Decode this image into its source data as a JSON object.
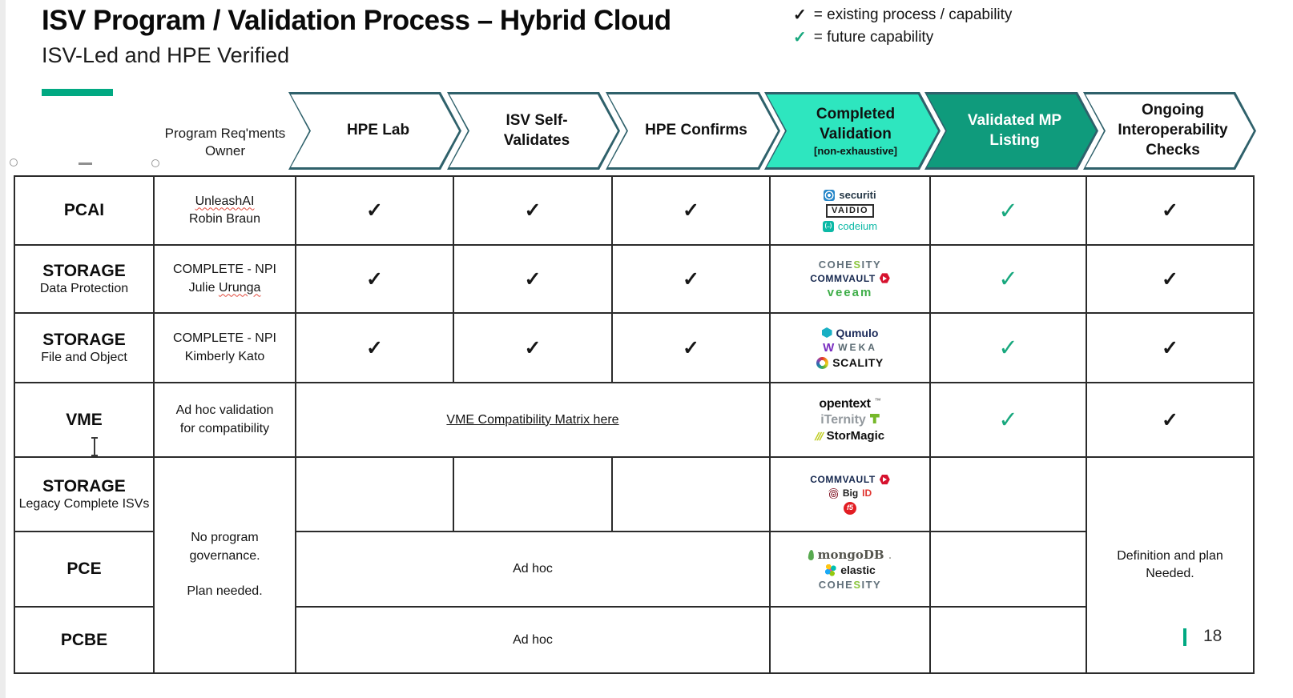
{
  "title": "ISV Program / Validation Process – Hybrid Cloud",
  "subtitle": "ISV-Led and HPE Verified",
  "legend": {
    "check_existing": "✓",
    "existing_label": "= existing process / capability",
    "check_future": "✓",
    "future_label": "= future capability"
  },
  "process": {
    "owner_header_line1": "Program Req'ments",
    "owner_header_line2": "Owner",
    "stages": [
      {
        "label": "HPE Lab"
      },
      {
        "label": "ISV Self-Validates"
      },
      {
        "label": "HPE Confirms"
      },
      {
        "label": "Completed Validation",
        "note": "[non-exhaustive]"
      },
      {
        "label": "Validated MP Listing"
      },
      {
        "label": "Ongoing Interoperability Checks"
      }
    ]
  },
  "rows": [
    {
      "category": "PCAI",
      "owner_line1": "UnleashAI",
      "owner_line2": "Robin Braun",
      "hpe_lab": "✓",
      "isv_self": "✓",
      "hpe_confirms": "✓",
      "mp_listing": "✓",
      "interop": "✓"
    },
    {
      "category": "STORAGE",
      "subcategory": "Data Protection",
      "owner_line1": "COMPLETE - NPI",
      "owner_line2a": "Julie",
      "owner_line2b": "Urunga",
      "hpe_lab": "✓",
      "isv_self": "✓",
      "hpe_confirms": "✓",
      "mp_listing": "✓",
      "interop": "✓"
    },
    {
      "category": "STORAGE",
      "subcategory": "File and Object",
      "owner_line1": "COMPLETE - NPI",
      "owner_line2": "Kimberly Kato",
      "hpe_lab": "✓",
      "isv_self": "✓",
      "hpe_confirms": "✓",
      "mp_listing": "✓",
      "interop": "✓"
    },
    {
      "category": "VME",
      "owner_line1": "Ad hoc validation",
      "owner_line2": "for compatibility",
      "link": "VME Compatibility Matrix here",
      "mp_listing": "✓",
      "interop": "✓"
    },
    {
      "category": "STORAGE",
      "subcategory": "Legacy Complete ISVs"
    },
    {
      "category": "PCE",
      "adhoc": "Ad hoc"
    },
    {
      "category": "PCBE",
      "adhoc": "Ad hoc"
    }
  ],
  "merged": {
    "owner_para1": "No program governance.",
    "owner_para2": "Plan needed.",
    "interop_line1": "Definition and plan",
    "interop_line2": "Needed."
  },
  "logos": {
    "securiti": {
      "text": "securiti"
    },
    "vaidio": {
      "text": "VAIDIO"
    },
    "codeium": {
      "icon": "(..)",
      "text": "codeium"
    },
    "cohesity": {
      "p1": "COHE",
      "p2": "S",
      "p3": "ITY"
    },
    "commvault": {
      "text": "COMMVAULT"
    },
    "veeam": {
      "text": "veeam"
    },
    "qumulo": {
      "text": "Qumulo"
    },
    "weka": {
      "w": "W",
      "text": "WEKA"
    },
    "scality": {
      "text": "SCALITY"
    },
    "opentext": {
      "text": "opentext",
      "tm": "™"
    },
    "iternity": {
      "text": "iTernity"
    },
    "stormagic": {
      "slashes": "///",
      "text": "StorMagic"
    },
    "bigid": {
      "p1": "Big",
      "p2": "ID"
    },
    "f5": {
      "text": "f5"
    },
    "mongodb": {
      "text": "mongoDB",
      "dot": "."
    },
    "elastic": {
      "text": "elastic"
    }
  },
  "page_number": "18"
}
